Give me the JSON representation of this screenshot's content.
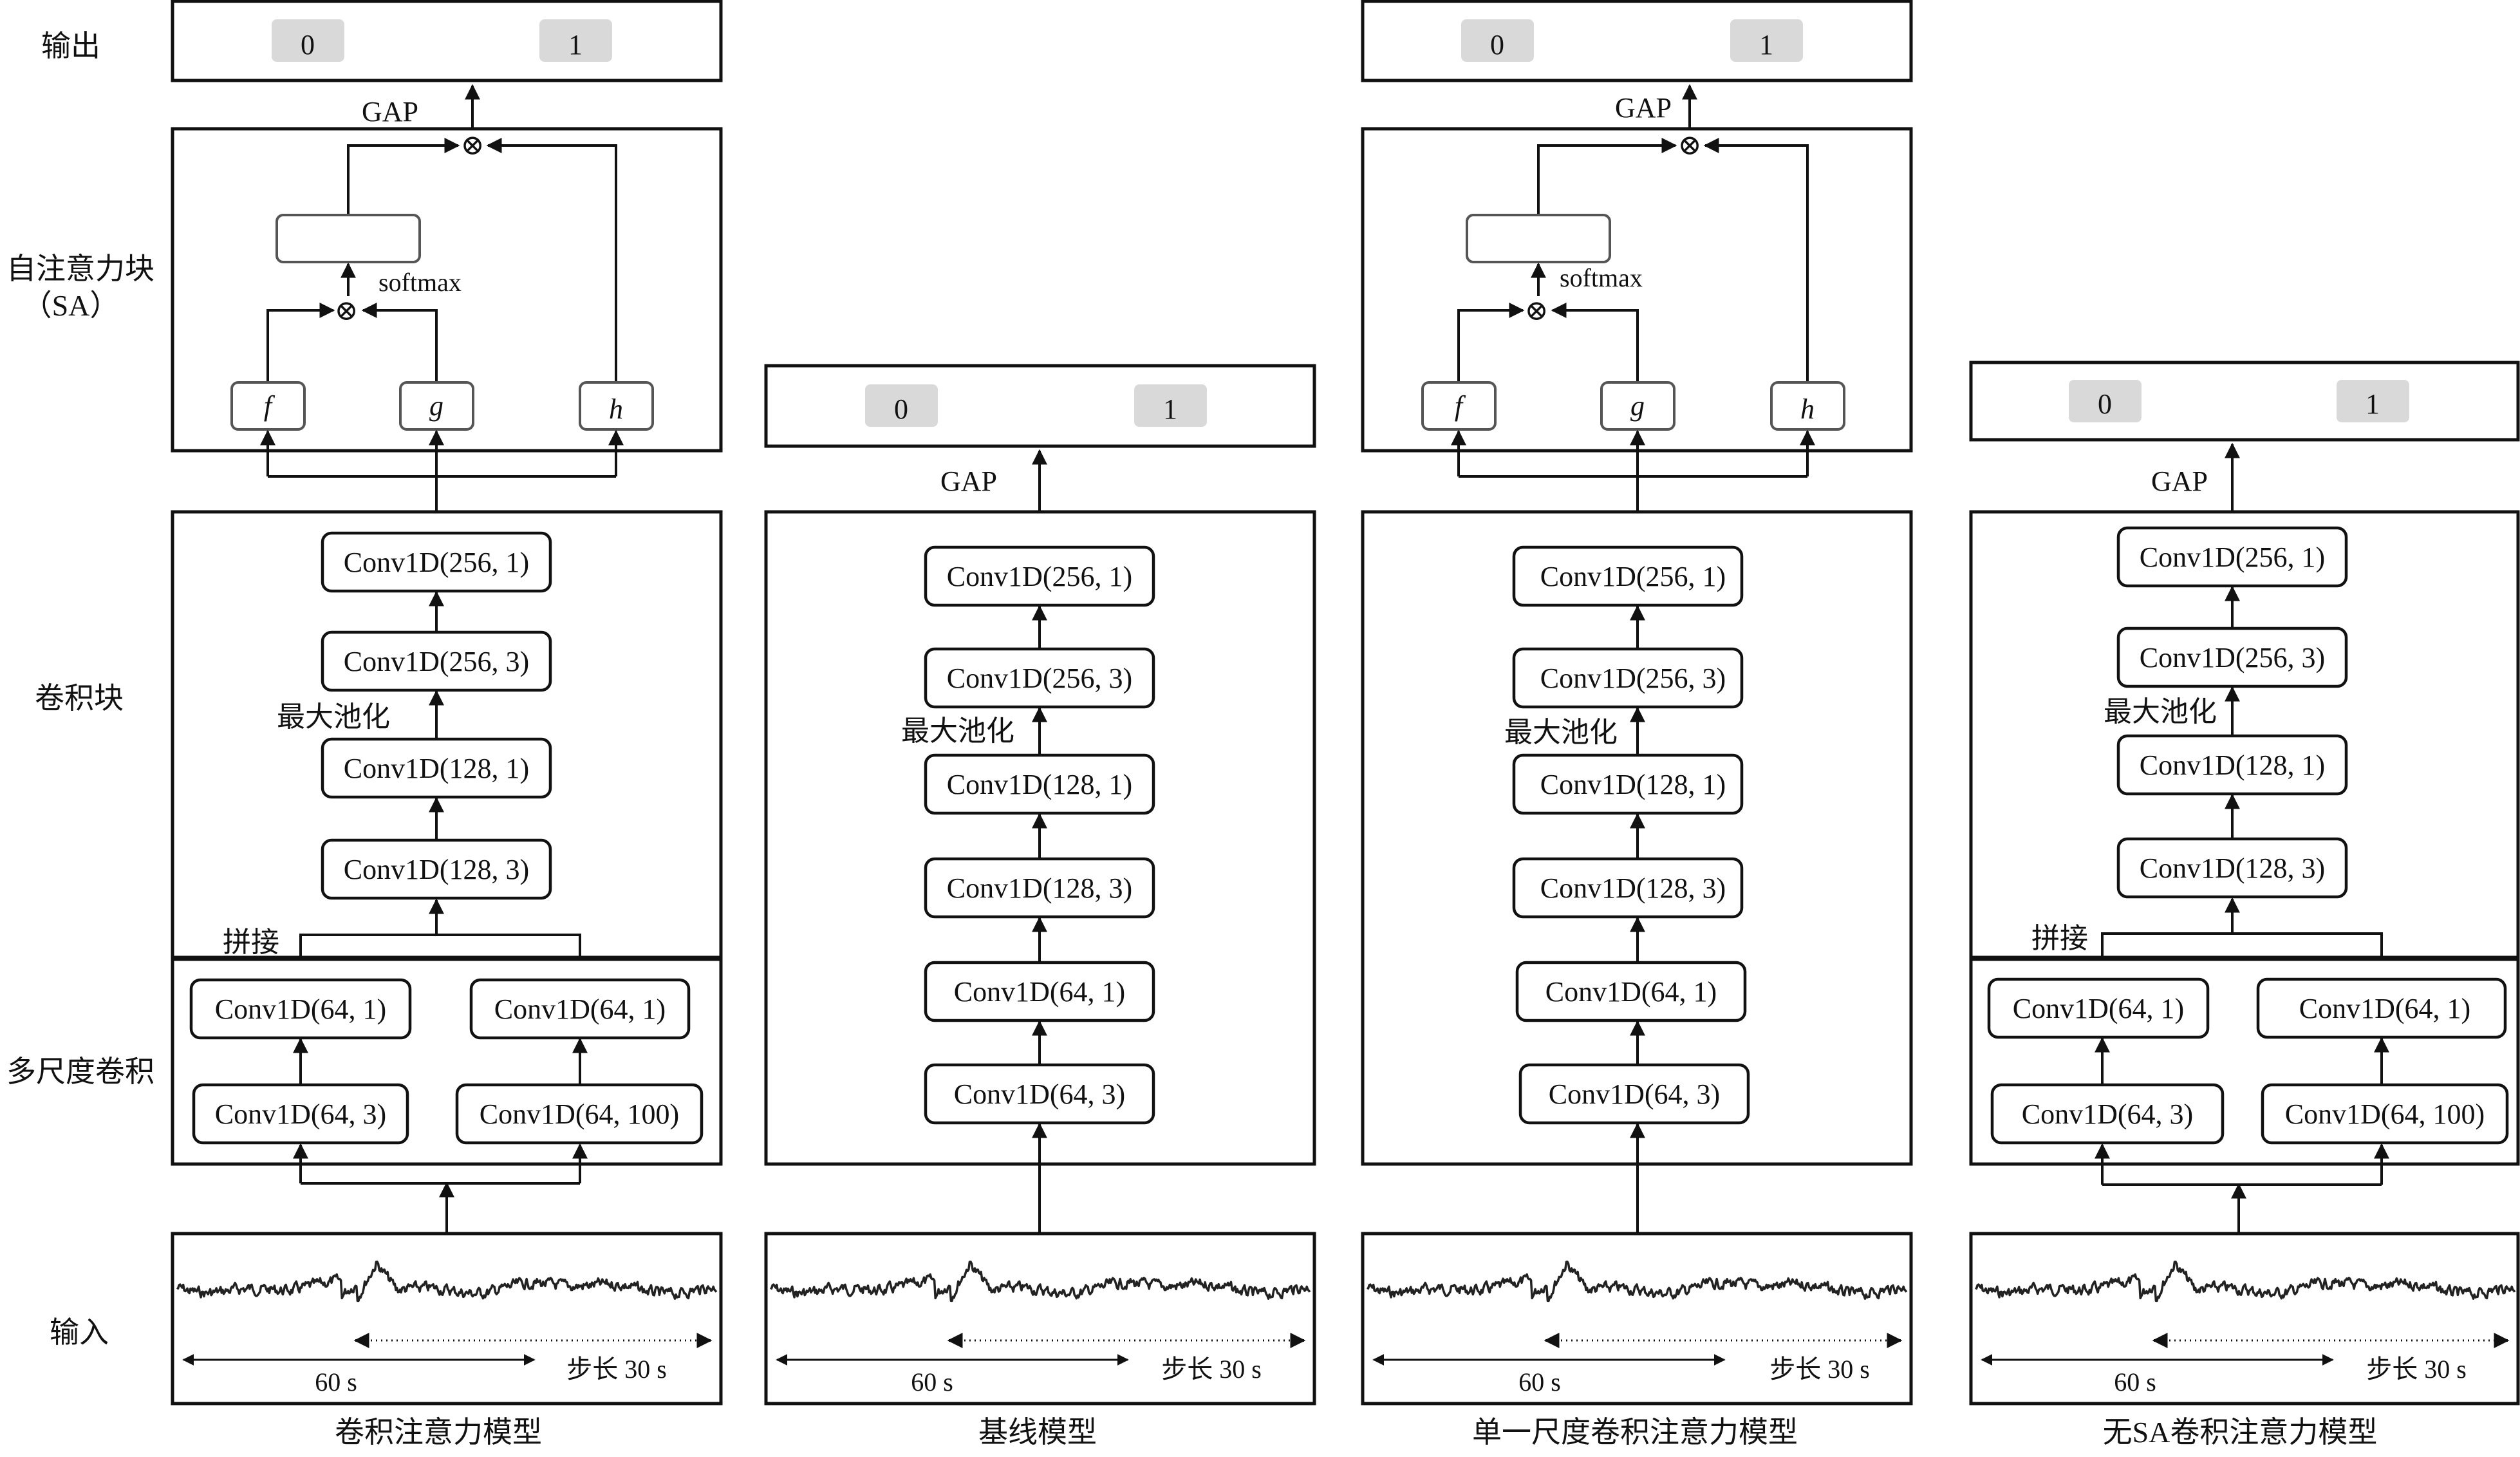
{
  "row_labels": {
    "output": "输出",
    "sa_line1": "自注意力块",
    "sa_line2": "（SA）",
    "conv_block": "卷积块",
    "multiscale": "多尺度卷积",
    "input": "输入"
  },
  "models": [
    {
      "caption": "卷积注意力模型",
      "classes": [
        "0",
        "1"
      ],
      "gap": "GAP",
      "sa": {
        "softmax": "softmax",
        "f": "f",
        "g": "g",
        "h": "h"
      },
      "conv_layers": [
        "Conv1D(256, 1)",
        "Conv1D(256, 3)",
        "Conv1D(128, 1)",
        "Conv1D(128, 3)"
      ],
      "pool_label": "最大池化",
      "concat_label": "拼接",
      "multiscale": {
        "left_top": "Conv1D(64, 1)",
        "left_bottom": "Conv1D(64, 3)",
        "right_top": "Conv1D(64, 1)",
        "right_bottom": "Conv1D(64, 100)"
      },
      "window_label": "60 s",
      "stride_label": "步长 30 s"
    },
    {
      "caption": "基线模型",
      "classes": [
        "0",
        "1"
      ],
      "gap": "GAP",
      "conv_layers": [
        "Conv1D(256, 1)",
        "Conv1D(256, 3)",
        "Conv1D(128, 1)",
        "Conv1D(128, 3)",
        "Conv1D(64, 1)",
        "Conv1D(64, 3)"
      ],
      "pool_label": "最大池化",
      "window_label": "60 s",
      "stride_label": "步长 30 s"
    },
    {
      "caption": "单一尺度卷积注意力模型",
      "classes": [
        "0",
        "1"
      ],
      "gap": "GAP",
      "sa": {
        "softmax": "softmax",
        "f": "f",
        "g": "g",
        "h": "h"
      },
      "conv_layers": [
        "Conv1D(256, 1)",
        "Conv1D(256, 3)",
        "Conv1D(128, 1)",
        "Conv1D(128, 3)",
        "Conv1D(64, 1)",
        "Conv1D(64, 3)"
      ],
      "pool_label": "最大池化",
      "window_label": "60 s",
      "stride_label": "步长 30 s"
    },
    {
      "caption": "无SA卷积注意力模型",
      "classes": [
        "0",
        "1"
      ],
      "gap": "GAP",
      "conv_layers": [
        "Conv1D(256, 1)",
        "Conv1D(256, 3)",
        "Conv1D(128, 1)",
        "Conv1D(128, 3)"
      ],
      "pool_label": "最大池化",
      "concat_label": "拼接",
      "multiscale": {
        "left_top": "Conv1D(64, 1)",
        "left_bottom": "Conv1D(64, 3)",
        "right_top": "Conv1D(64, 1)",
        "right_bottom": "Conv1D(64, 100)"
      },
      "window_label": "60 s",
      "stride_label": "步长 30 s"
    }
  ],
  "otimes_symbol": "⊗"
}
